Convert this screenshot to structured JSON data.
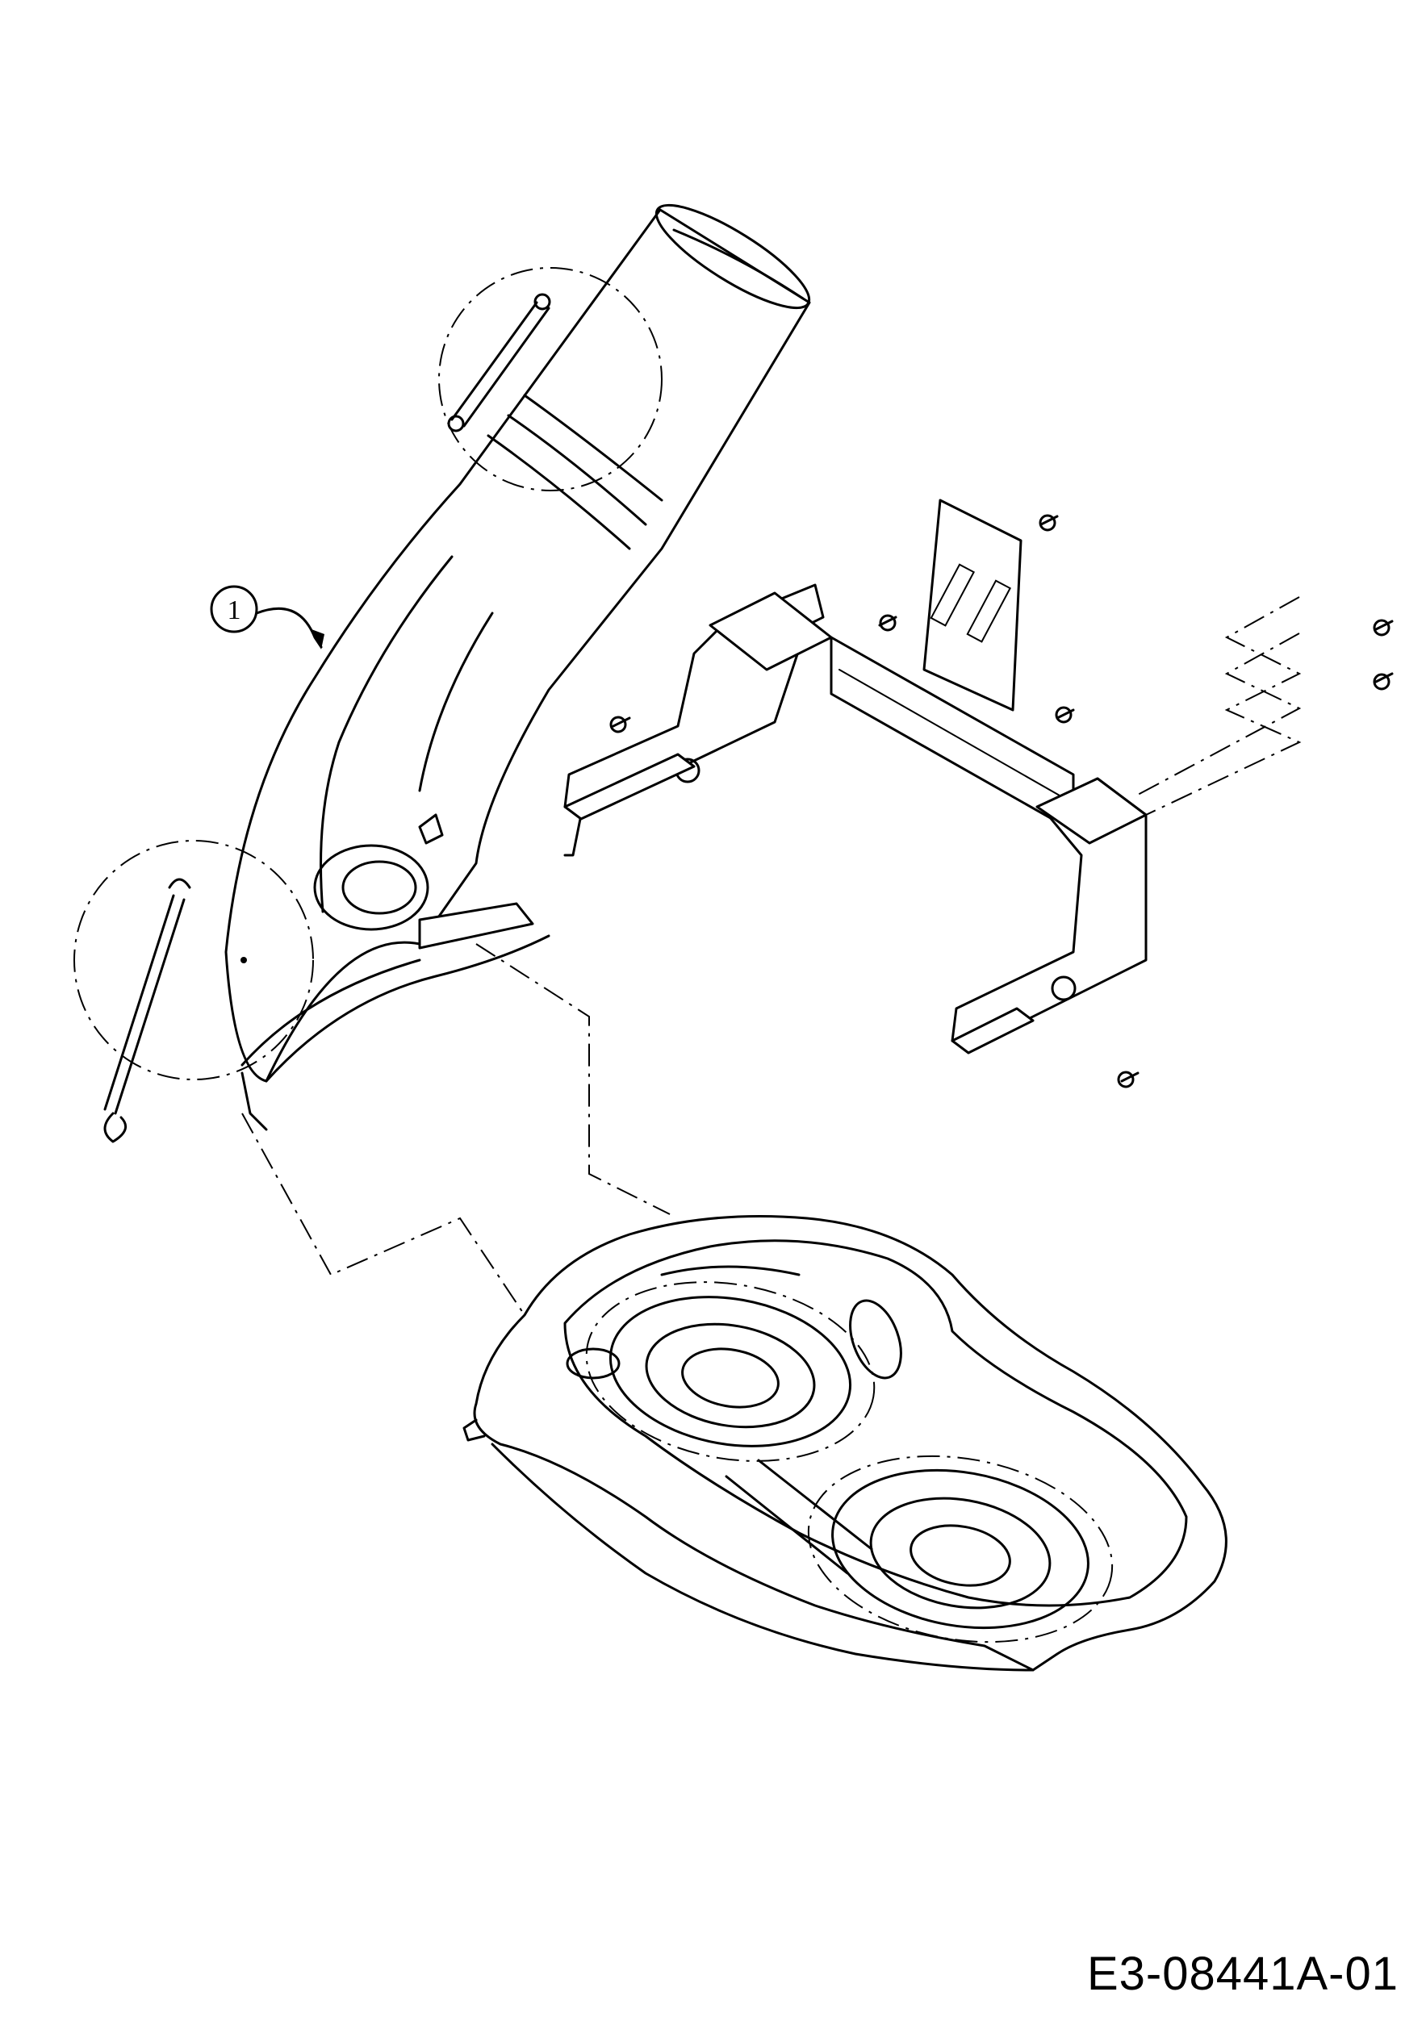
{
  "drawing": {
    "code": "E3-08441A-01",
    "callouts": [
      {
        "number": "1",
        "part": "discharge-chute"
      }
    ]
  }
}
